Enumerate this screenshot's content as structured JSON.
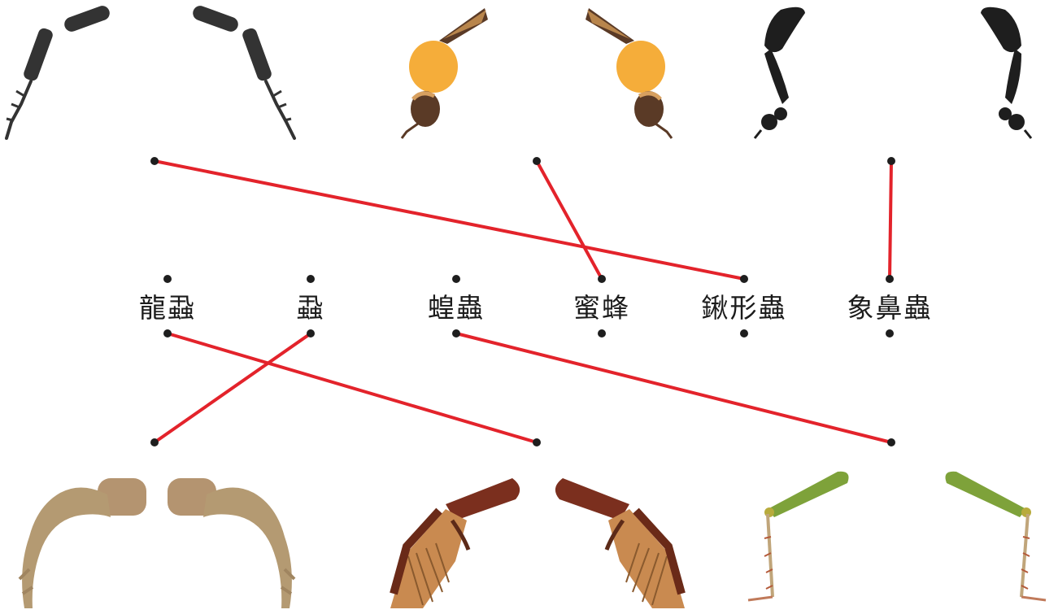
{
  "labels": [
    "龍蝨",
    "蝨",
    "蝗蟲",
    "蜜蜂",
    "鍬形蟲",
    "象鼻蟲"
  ],
  "legs_top": [
    "beetle-black-leg",
    "bee-leg",
    "weevil-leg"
  ],
  "legs_bottom": [
    "diving-beetle-leg",
    "mole-cricket-leg",
    "grasshopper-leg"
  ],
  "matches": [
    {
      "leg": "beetle-black-leg",
      "label": "鍬形蟲"
    },
    {
      "leg": "bee-leg",
      "label": "蜜蜂"
    },
    {
      "leg": "weevil-leg",
      "label": "象鼻蟲"
    },
    {
      "leg": "diving-beetle-leg",
      "label": "蝨"
    },
    {
      "leg": "mole-cricket-leg",
      "label": "龍蝨"
    },
    {
      "leg": "grasshopper-leg",
      "label": "蝗蟲"
    }
  ],
  "colors": {
    "line": "#e3232b",
    "dot": "#1e1e1e"
  }
}
